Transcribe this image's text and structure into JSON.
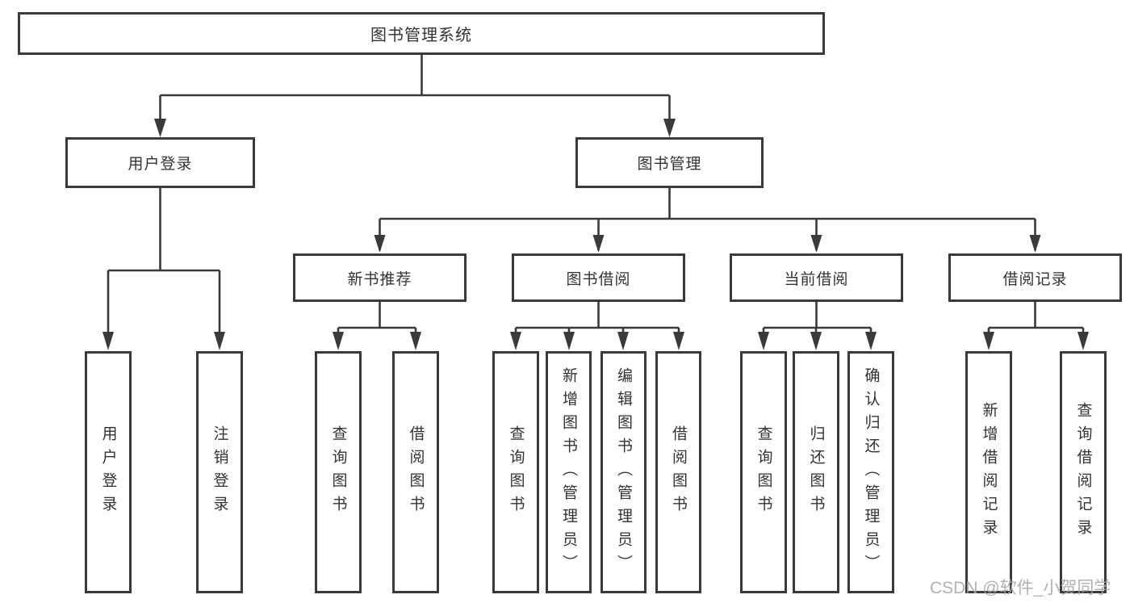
{
  "diagram": {
    "title": "图书管理系统",
    "level2": {
      "user_login": "用户登录",
      "book_management": "图书管理"
    },
    "level3": {
      "new_book_recommend": "新书推荐",
      "book_borrow": "图书借阅",
      "current_borrow": "当前借阅",
      "borrow_record": "借阅记录"
    },
    "leaves": {
      "login": "用户登录",
      "logout": "注销登录",
      "recommend_query_book": "查询图书",
      "recommend_borrow_book": "借阅图书",
      "borrow_query_book": "查询图书",
      "borrow_add_book": "新增图书（管理员）",
      "borrow_edit_book": "编辑图书（管理员）",
      "borrow_borrow_book": "借阅图书",
      "current_query_book": "查询图书",
      "current_return_book": "归还图书",
      "current_confirm_return": "确认归还（管理员）",
      "record_add": "新增借阅记录",
      "record_query": "查询借阅记录"
    }
  },
  "watermark": "CSDN @软件_小贺同学",
  "colors": {
    "line": "#3a3a3a",
    "text": "#333333",
    "watermark": "#a4a4a4",
    "box_background": "#ffffff"
  }
}
